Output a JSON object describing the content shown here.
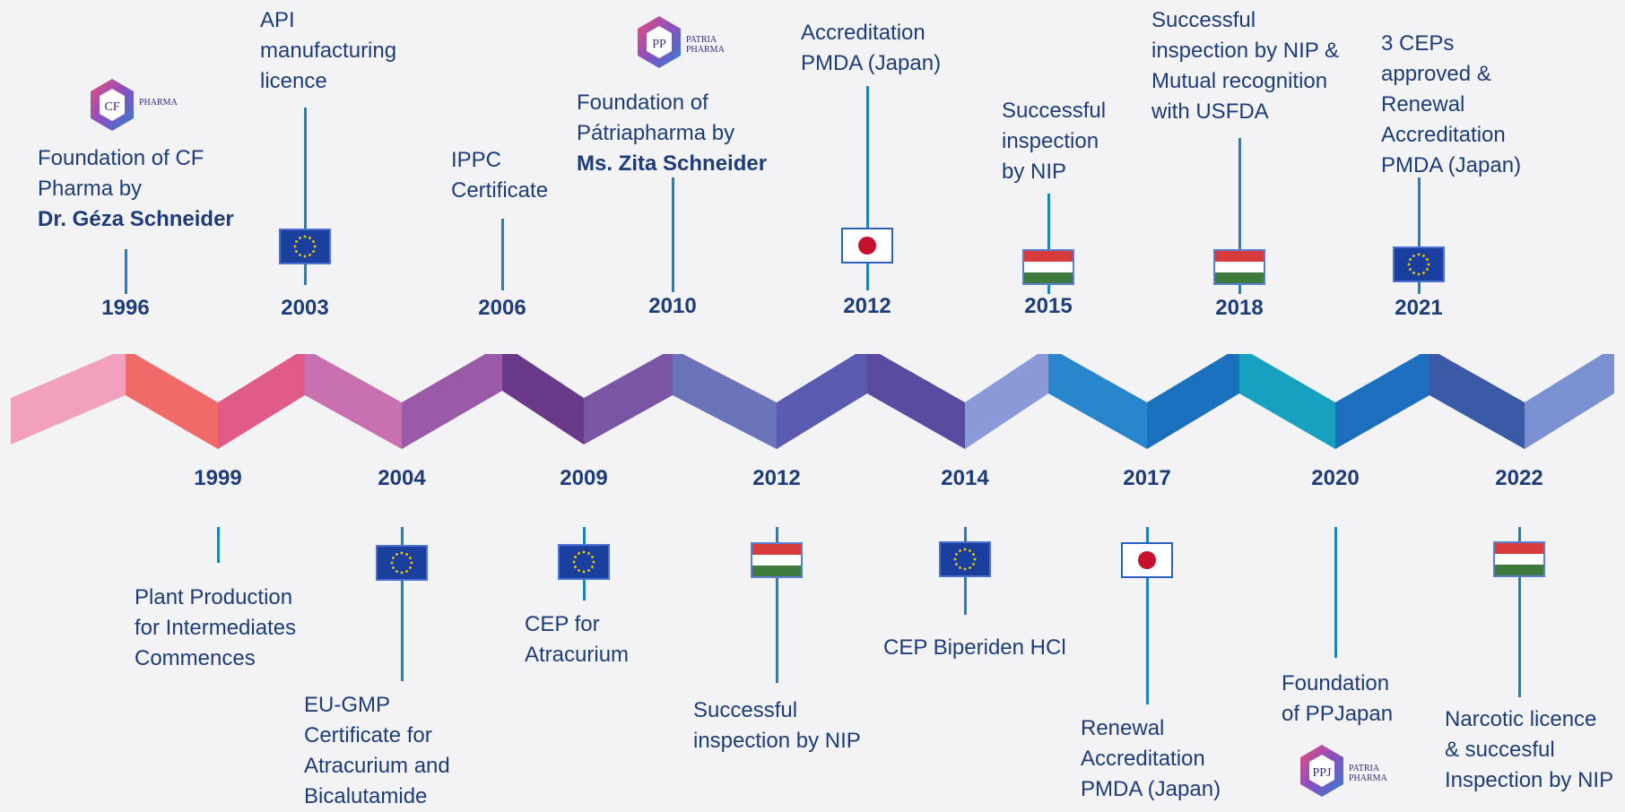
{
  "events_top": [
    {
      "year": "1996",
      "lines": [
        "Foundation of CF",
        "Pharma by"
      ],
      "bold": "Dr. Géza Schneider",
      "icon": "cf-pharma-logo",
      "logo_text": "PHARMA"
    },
    {
      "year": "2003",
      "lines": [
        "API",
        "manufacturing",
        "licence"
      ],
      "icon": "eu-flag-icon"
    },
    {
      "year": "2006",
      "lines": [
        "IPPC",
        "Certificate"
      ]
    },
    {
      "year": "2010",
      "lines": [
        "Foundation of",
        "Pátriapharma by"
      ],
      "bold": "Ms. Zita Schneider",
      "icon": "patria-pharma-logo",
      "logo_text": "PATRIA PHARMA"
    },
    {
      "year": "2012",
      "lines": [
        "Accreditation",
        "PMDA (Japan)"
      ],
      "icon": "japan-flag-icon"
    },
    {
      "year": "2015",
      "lines": [
        "Successful",
        "inspection",
        "by NIP"
      ],
      "icon": "hungary-flag-icon"
    },
    {
      "year": "2018",
      "lines": [
        "Successful",
        "inspection by NIP &",
        "Mutual recognition",
        "with USFDA"
      ],
      "icon": "hungary-flag-icon"
    },
    {
      "year": "2021",
      "lines": [
        "3 CEPs",
        "approved &",
        "Renewal",
        "Accreditation",
        "PMDA (Japan)"
      ],
      "icon": "eu-flag-icon"
    }
  ],
  "events_bottom": [
    {
      "year": "1999",
      "lines": [
        "Plant Production",
        "for Intermediates",
        "Commences"
      ]
    },
    {
      "year": "2004",
      "lines": [
        "EU-GMP",
        "Certificate for",
        "Atracurium and",
        "Bicalutamide"
      ],
      "icon": "eu-flag-icon"
    },
    {
      "year": "2009",
      "lines": [
        "CEP for",
        "Atracurium"
      ],
      "icon": "eu-flag-icon"
    },
    {
      "year": "2012",
      "lines": [
        "Successful",
        "inspection by NIP"
      ],
      "icon": "hungary-flag-icon"
    },
    {
      "year": "2014",
      "lines": [
        "CEP Biperiden HCl"
      ],
      "icon": "eu-flag-icon"
    },
    {
      "year": "2017",
      "lines": [
        "Renewal",
        "Accreditation",
        "PMDA (Japan)"
      ],
      "icon": "japan-flag-icon"
    },
    {
      "year": "2020",
      "lines": [
        "Foundation",
        "of PPJapan"
      ],
      "icon": "ppjapan-logo",
      "logo_text": "PATRIA PHARMA"
    },
    {
      "year": "2022",
      "lines": [
        "Narcotic licence",
        "& succesful",
        "Inspection by NIP"
      ],
      "icon": "hungary-flag-icon"
    }
  ],
  "colors": {
    "text": "#1e3c7a",
    "line": "#2080c0",
    "eu_blue": "#1a3f9e",
    "eu_star": "#f5d000",
    "hu_red": "#d63a3a",
    "hu_green": "#3e7a3e",
    "jp_red": "#c8102e"
  }
}
